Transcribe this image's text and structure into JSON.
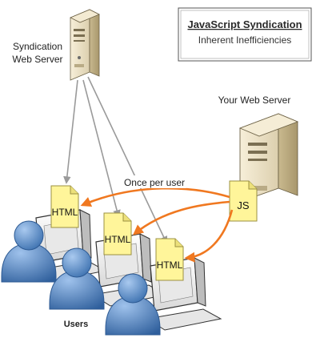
{
  "title_box": {
    "title": "JavaScript Syndication",
    "subtitle": "Inherent Inefficiencies"
  },
  "labels": {
    "syndication_server_line1": "Syndication",
    "syndication_server_line2": "Web Server",
    "your_web_server": "Your Web Server",
    "once_per_user": "Once per user",
    "users": "Users"
  },
  "documents": {
    "html_1": "HTML",
    "html_2": "HTML",
    "html_3": "HTML",
    "js": "JS"
  },
  "colors": {
    "orange_arrow": "#f07820",
    "gray_arrow": "#9a9a9a",
    "server_body": "#efe4c8",
    "doc_yellow": "#fff59a",
    "user_blue": "#4f86c6"
  }
}
